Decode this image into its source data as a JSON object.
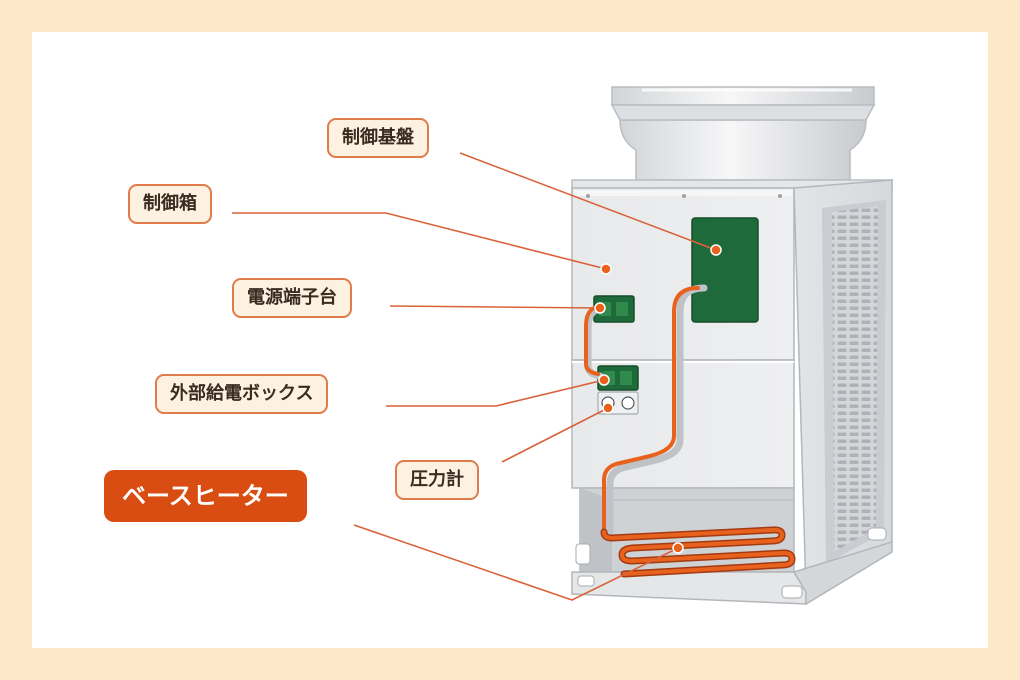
{
  "callouts": {
    "control_board": "制御基盤",
    "control_box": "制御箱",
    "power_terminal": "電源端子台",
    "external_power_box": "外部給電ボックス",
    "pressure_gauge": "圧力計",
    "base_heater": "ベースヒーター"
  },
  "colors": {
    "background": "#fde8c8",
    "leader_line": "#d9623a",
    "highlight_label": "#d94d12",
    "component_green": "#1f6a3a",
    "heater_orange": "#e8621e"
  }
}
